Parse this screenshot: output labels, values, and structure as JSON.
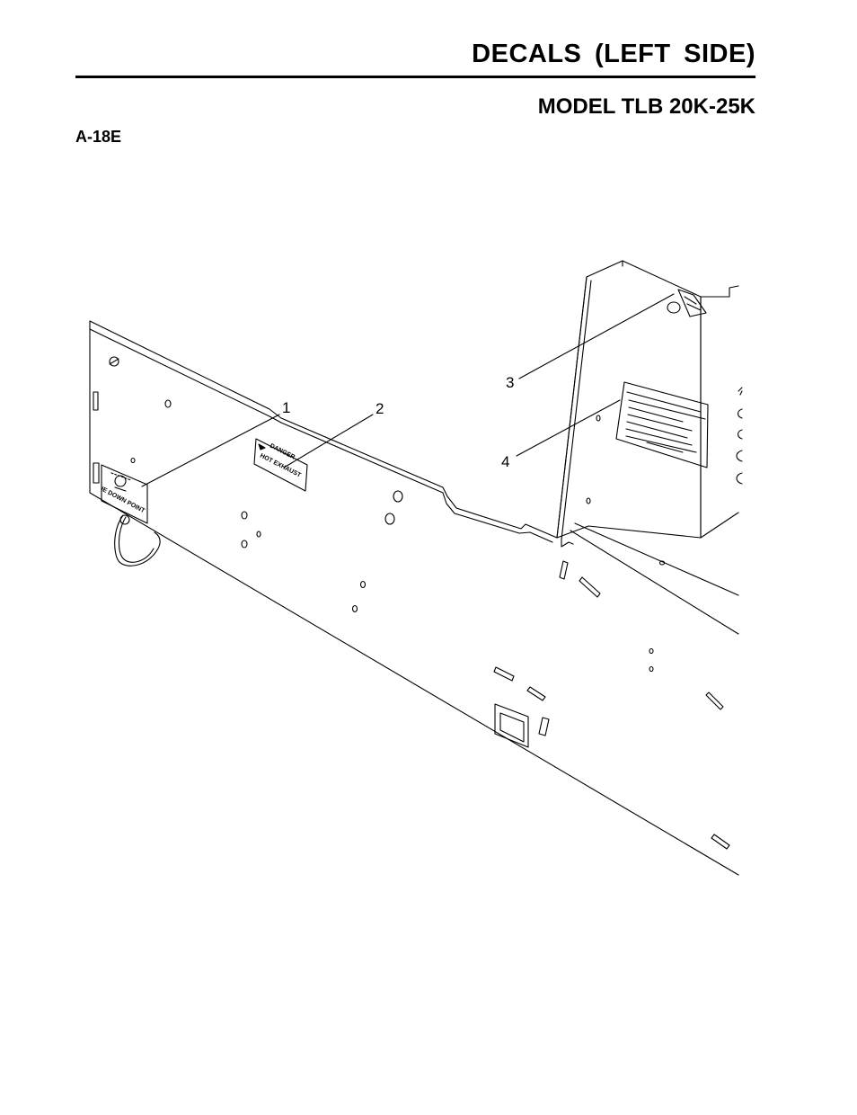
{
  "header": {
    "title": "DECALS  (LEFT  SIDE)",
    "model": "MODEL TLB 20K-25K",
    "figure_code": "A-18E"
  },
  "callouts": [
    {
      "number": "1"
    },
    {
      "number": "2"
    },
    {
      "number": "3"
    },
    {
      "number": "4"
    }
  ],
  "decals": {
    "tie_down": {
      "text": "IE DOWN POINT"
    },
    "danger": {
      "heading": "DANGER",
      "text": "HOT EXHAUST"
    }
  },
  "colors": {
    "ink": "#000000",
    "paper": "#ffffff"
  }
}
